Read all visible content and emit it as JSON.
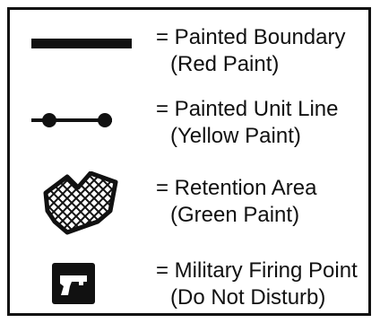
{
  "legend": {
    "items": [
      {
        "symbol": "thick-solid-line-icon",
        "line1": "= Painted Boundary",
        "line2": "(Red Paint)"
      },
      {
        "symbol": "line-with-dots-icon",
        "line1": "= Painted Unit Line",
        "line2": "(Yellow Paint)"
      },
      {
        "symbol": "crosshatched-polygon-icon",
        "line1": "= Retention Area",
        "line2": "(Green Paint)"
      },
      {
        "symbol": "gun-icon",
        "line1": "= Military Firing Point",
        "line2": "(Do Not Disturb)"
      }
    ]
  }
}
